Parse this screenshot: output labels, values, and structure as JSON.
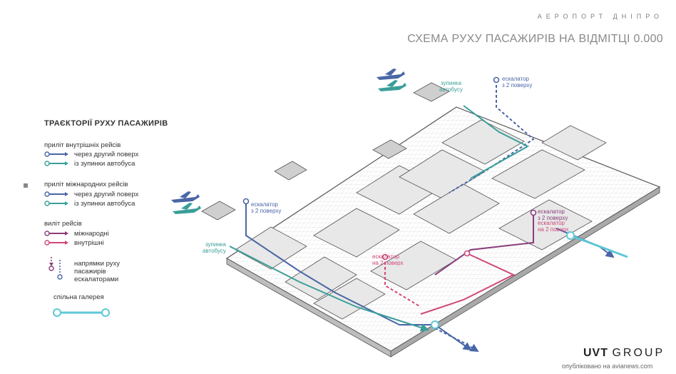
{
  "header": {
    "subtitle": "АЕРОПОРТ ДНІПРО",
    "title": "СХЕМА РУХУ ПАСАЖИРІВ НА ВІДМІТЦІ 0.000"
  },
  "legend": {
    "title": "ТРАЄКТОРІЇ РУХУ ПАСАЖИРІВ",
    "groups": [
      {
        "heading": "приліт внутрішніх рейсів",
        "items": [
          {
            "label": "через другий поверх",
            "color": "#4a66a6"
          },
          {
            "label": "із зупинки автобуса",
            "color": "#3a9e9a"
          }
        ]
      },
      {
        "heading": "приліт міжнародних рейсів",
        "items": [
          {
            "label": "через другий поверх",
            "color": "#4a66a6"
          },
          {
            "label": "із зупинки автобуса",
            "color": "#3a9e9a"
          }
        ]
      },
      {
        "heading": "виліт рейсів",
        "items": [
          {
            "label": "міжнародні",
            "color": "#8a3d7a"
          },
          {
            "label": "внутрішні",
            "color": "#d0477a"
          }
        ]
      }
    ],
    "escalator_text": [
      "напрямки руху",
      "пасажирів",
      "ескалаторами"
    ],
    "gallery": {
      "label": "спільна галерея",
      "color": "#5ec8d8"
    }
  },
  "plan_labels": {
    "bus_stop_top": [
      "зупинка",
      "автобусу"
    ],
    "escalator_top": [
      "ескалатор",
      "з 2 поверху"
    ],
    "escalator_left": [
      "ескалатор",
      "з 2 поверху"
    ],
    "bus_stop_left": [
      "зупинка",
      "автобусу"
    ],
    "escalator_center": [
      "ескалатор",
      "на 2 поверх"
    ],
    "escalator_right_1": [
      "ескалатор",
      "з 2 поверху"
    ],
    "escalator_right_2": [
      "ескалатор",
      "на 2 поверх"
    ]
  },
  "colors": {
    "domestic_blue": "#4a66a6",
    "bus_teal": "#3a9e9a",
    "intl_purple": "#8a3d7a",
    "domestic_pink": "#d0477a",
    "gallery_cyan": "#5ec8d8",
    "plane_blue": "#4a66a6",
    "plane_teal": "#3a9e9a"
  },
  "footer": {
    "logo_main": "UVT",
    "logo_sub": "GROUP",
    "credit": "опубліковано на avianews.com"
  }
}
